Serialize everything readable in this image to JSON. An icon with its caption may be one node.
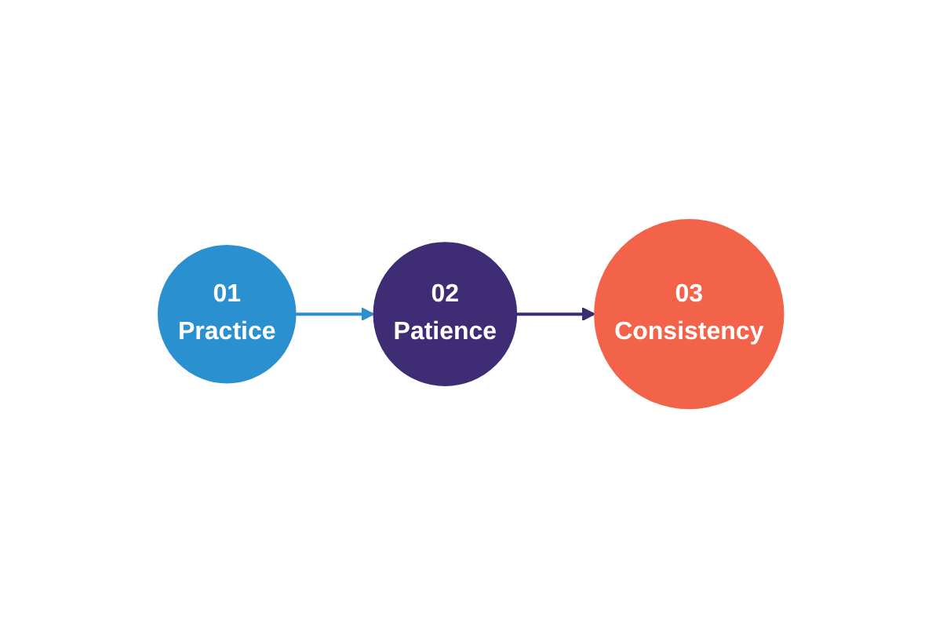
{
  "diagram": {
    "nodes": [
      {
        "text": [
          "01",
          "Practice"
        ]
      },
      {
        "text": [
          "02",
          "Patience"
        ]
      },
      {
        "text": [
          "03",
          "Consistency"
        ]
      }
    ],
    "edges": [
      {
        "from": 0,
        "to": 1,
        "arrow": "to",
        "color": "#2b8fd0"
      },
      {
        "from": 1,
        "to": 2,
        "arrow": "to",
        "color": "#3d2c72"
      }
    ]
  }
}
